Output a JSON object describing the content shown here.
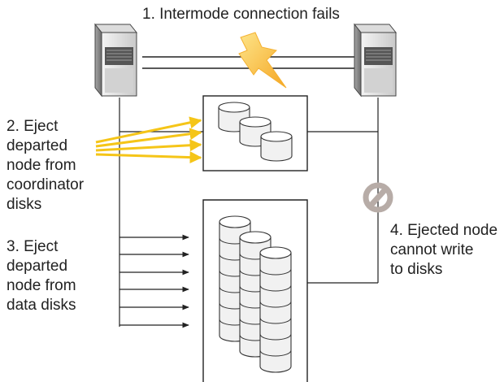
{
  "labels": {
    "connection_fails": "1. Intermode connection fails",
    "step2": [
      "2. Eject",
      "departed",
      "node from",
      "coordinator",
      "disks"
    ],
    "step3": [
      "3. Eject",
      "departed",
      "node from",
      "data disks"
    ],
    "step4": [
      "4. Ejected node",
      "cannot write",
      "to disks"
    ]
  },
  "colors": {
    "line": "#222222",
    "arrow_yellow": "#f5c518",
    "lightning": "#f7c03a",
    "no_entry": "#b7aca7",
    "disk_fill": "#f1f1f1",
    "disk_stroke": "#333333",
    "server_dark": "#3f3f3f",
    "server_light": "#e4e4e4"
  },
  "icons": {
    "server": "server-icon",
    "lightning": "lightning-bolt-icon",
    "no_entry": "no-entry-icon",
    "disk": "database-disk-icon"
  }
}
